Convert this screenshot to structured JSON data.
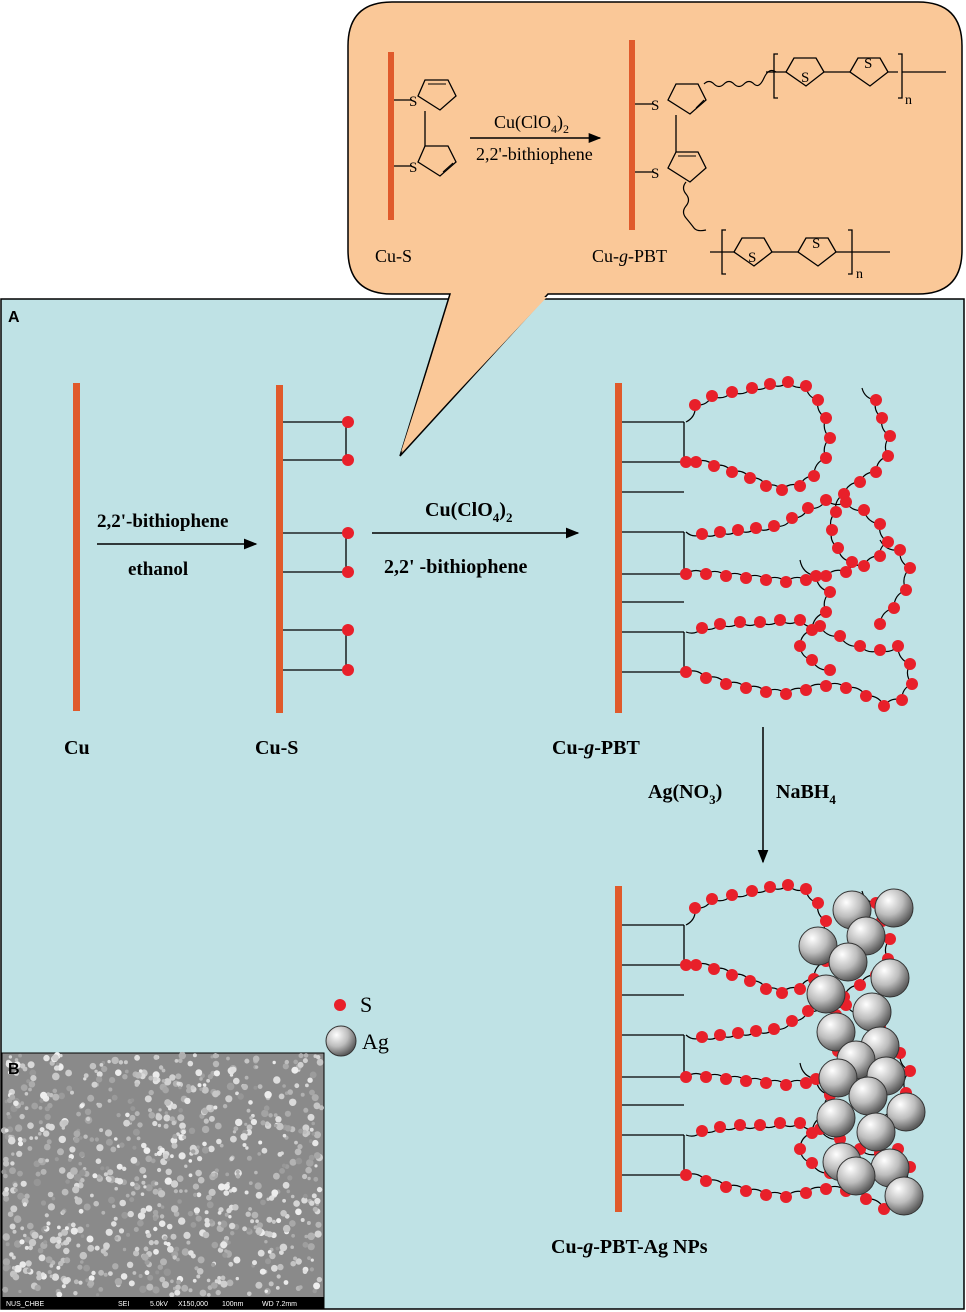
{
  "colors": {
    "panel_bg": "#bfe2e5",
    "bubble_bg": "#fac898",
    "electrode": "#e05a2b",
    "sulfur": "#e8202a",
    "silver_dark": "#6b6b6b",
    "silver_light": "#f4f4f4"
  },
  "panels": {
    "a": "A",
    "b": "B"
  },
  "inset": {
    "cu_s_label": "Cu-S",
    "cu_g_pbt_label": "Cu-g-PBT",
    "cu_part": "Cu-",
    "g_part": "g",
    "pbt_part": "-PBT",
    "reagent_top_main": "Cu(ClO",
    "reagent_top_sub4": "4",
    "reagent_top_close": ")",
    "reagent_top_sub2": "2",
    "reagent_bottom": "2,2'-bithiophene",
    "atom_s": "S",
    "repeat_n": "n"
  },
  "step1": {
    "top": "2,2'-bithiophene",
    "bottom": "ethanol"
  },
  "step2": {
    "top_main": "Cu(ClO",
    "top_sub4": "4",
    "top_close": ")",
    "top_sub2": "2",
    "bottom": "2,2' -bithiophene"
  },
  "step3": {
    "left_main": "Ag(NO",
    "left_sub": "3",
    "left_close": ")",
    "right_main": "NaBH",
    "right_sub": "4"
  },
  "labels": {
    "cu": "Cu",
    "cu_s": "Cu-S",
    "cu_g_pbt": {
      "a": "Cu-",
      "b": "g",
      "c": "-PBT"
    },
    "cu_g_pbt_ag": {
      "a": "Cu-",
      "b": "g",
      "c": "-PBT-Ag NPs"
    }
  },
  "legend": {
    "s": "S",
    "ag": "Ag"
  },
  "sem": {
    "footer_items": [
      "NUS_CHBE",
      "SEI",
      "5.0kV",
      "X150,000",
      "100nm",
      "WD 7.2mm"
    ]
  }
}
